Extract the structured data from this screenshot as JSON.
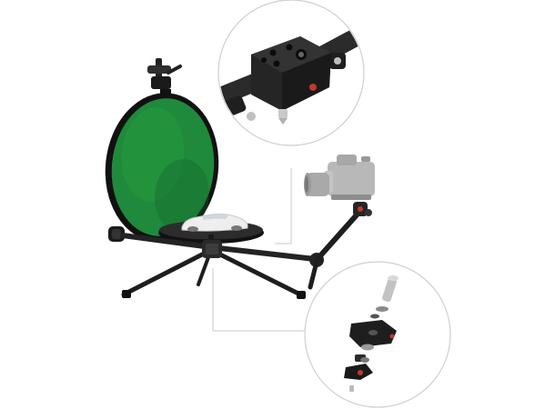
{
  "image": {
    "subject": "product-photo",
    "colors": {
      "background": "#ffffff",
      "backdrop_green": "#1f8a3b",
      "backdrop_green_dark": "#12602a",
      "frame_black": "#111111",
      "metal_dark": "#2a2a2a",
      "metal_mid": "#4a4a4a",
      "metal_light": "#9a9a9a",
      "accent_red": "#c0392b",
      "callout_line": "#c8c8c8",
      "car_white": "#eeeeee",
      "camera_gray": "#b8b8b8"
    },
    "callouts": [
      {
        "name": "quick-release-clamp-detail"
      },
      {
        "name": "ball-head-parts-exploded-view"
      }
    ]
  }
}
